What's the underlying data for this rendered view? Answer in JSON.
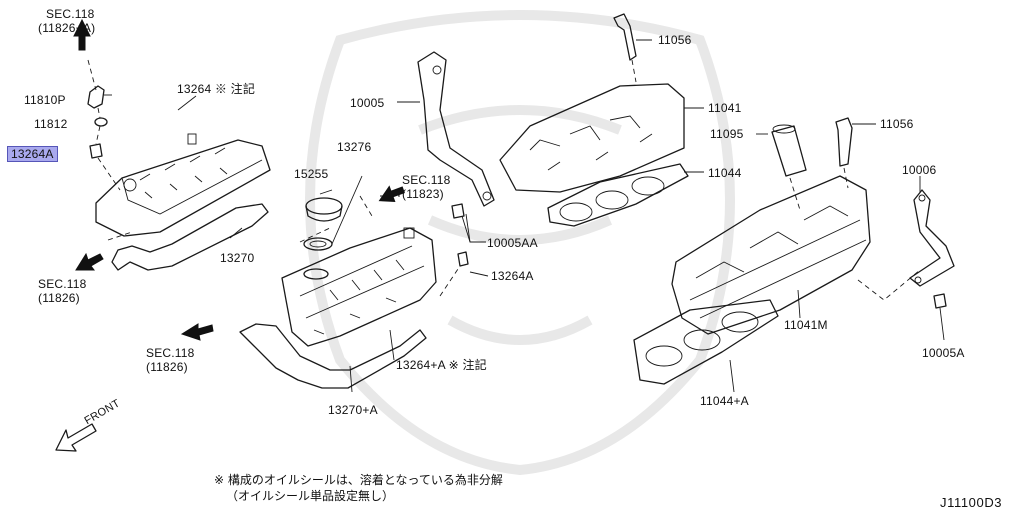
{
  "labels": {
    "sec118_top": "SEC.118",
    "sec118_top_code": "(11826+A)",
    "p11810p": "11810P",
    "p11812": "11812",
    "p13264a_hl": "13264A",
    "p13264_note": "13264 ※ 注記",
    "sec118_left": "SEC.118",
    "sec118_left_code": "(11826)",
    "p13270": "13270",
    "p10005": "10005",
    "p13276": "13276",
    "p15255": "15255",
    "sec118_mid": "SEC.118",
    "sec118_mid_code": "(11823)",
    "sec118_low": "SEC.118",
    "sec118_low_code": "(11826)",
    "p13264pa_note": "13264+A ※ 注記",
    "p13270pa": "13270+A",
    "p11056_top": "11056",
    "p11041": "11041",
    "p11095": "11095",
    "p11044": "11044",
    "p10005aa": "10005AA",
    "p13264a": "13264A",
    "p11056_right": "11056",
    "p10006": "10006",
    "p11041m": "11041M",
    "p10005a": "10005A",
    "p11044pa": "11044+A",
    "front": "FRONT"
  },
  "note": {
    "line1": "※ 構成のオイルシールは、溶着となっている為非分解",
    "line2": "（オイルシール単品設定無し）"
  },
  "diagram_code": "J11100D3",
  "colors": {
    "highlight": "#a9a9ee",
    "line": "#1a1a1a"
  }
}
